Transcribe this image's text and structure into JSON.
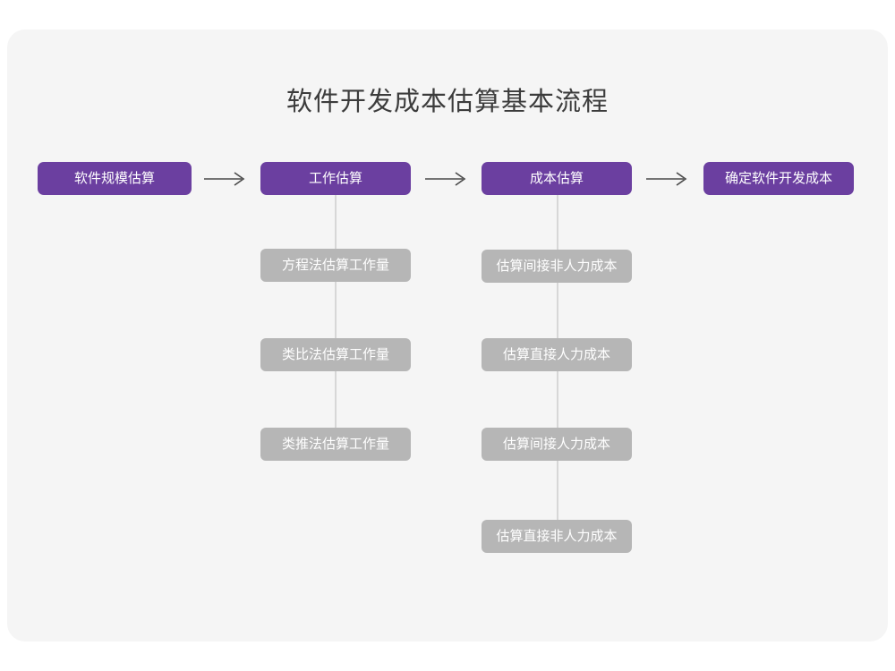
{
  "page": {
    "background_color": "#ffffff",
    "card_color": "#f5f5f5",
    "primary_color": "#6b3fa0",
    "sub_color": "#b6b6b6",
    "connector_color": "#d7d7d7",
    "arrow_color": "#4a4a4a"
  },
  "diagram": {
    "type": "flowchart",
    "title": "软件开发成本估算基本流程",
    "stages": [
      {
        "label": "软件规模估算",
        "substeps": []
      },
      {
        "label": "工作估算",
        "substeps": [
          "方程法估算工作量",
          "类比法估算工作量",
          "类推法估算工作量"
        ]
      },
      {
        "label": "成本估算",
        "substeps": [
          "估算间接非人力成本",
          "估算直接人力成本",
          "估算间接人力成本",
          "估算直接非人力成本"
        ]
      },
      {
        "label": "确定软件开发成本",
        "substeps": []
      }
    ],
    "arrows": [
      {
        "name": "arrow-1",
        "glyph": "right-arrow"
      },
      {
        "name": "arrow-2",
        "glyph": "right-arrow"
      },
      {
        "name": "arrow-3",
        "glyph": "right-arrow"
      }
    ]
  }
}
